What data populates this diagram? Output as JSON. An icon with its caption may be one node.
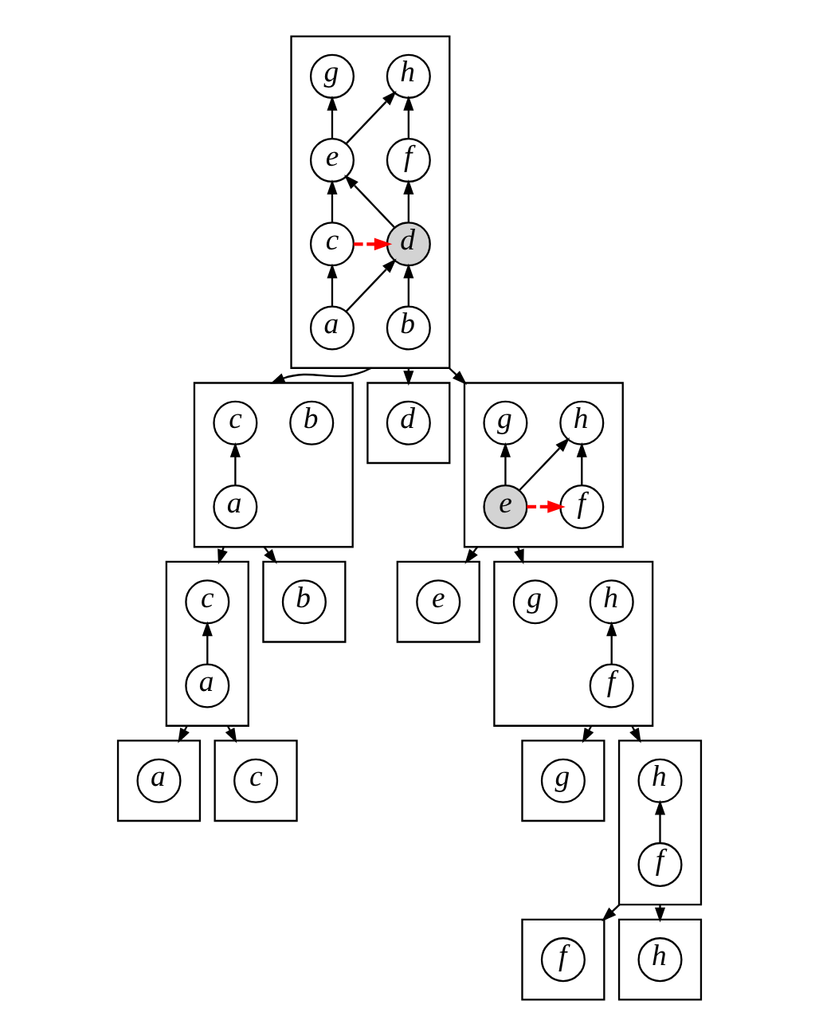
{
  "diagram": {
    "nodes": [
      {
        "text": [],
        "shape": "box"
      },
      {
        "text": [
          "g"
        ],
        "in": 0
      },
      {
        "text": [
          "h"
        ],
        "in": 0
      },
      {
        "text": [
          "e"
        ],
        "in": 0
      },
      {
        "text": [
          "f"
        ],
        "in": 0
      },
      {
        "text": [
          "c"
        ],
        "in": 0
      },
      {
        "text": [
          "d"
        ],
        "in": 0
      },
      {
        "text": [
          "a"
        ],
        "in": 0
      },
      {
        "text": [
          "b"
        ],
        "in": 0
      },
      {
        "text": [],
        "shape": "box"
      },
      {
        "text": [
          "c"
        ],
        "in": 9
      },
      {
        "text": [
          "a"
        ],
        "in": 9
      },
      {
        "text": [
          "b"
        ],
        "in": 9
      },
      {
        "text": [],
        "shape": "box"
      },
      {
        "text": [
          "d"
        ],
        "in": 13
      },
      {
        "text": [],
        "shape": "box"
      },
      {
        "text": [
          "g"
        ],
        "in": 15
      },
      {
        "text": [
          "h"
        ],
        "in": 15
      },
      {
        "text": [
          "e"
        ],
        "in": 15
      },
      {
        "text": [
          "f"
        ],
        "in": 15
      },
      {
        "text": [],
        "shape": "box"
      },
      {
        "text": [
          "c"
        ],
        "in": 20
      },
      {
        "text": [
          "a"
        ],
        "in": 20
      },
      {
        "text": [],
        "shape": "box"
      },
      {
        "text": [
          "b"
        ],
        "in": 23
      },
      {
        "text": [],
        "shape": "box"
      },
      {
        "text": [
          "e"
        ],
        "in": 25
      },
      {
        "text": [],
        "shape": "box"
      },
      {
        "text": [
          "g"
        ],
        "in": 27
      },
      {
        "text": [
          "h"
        ],
        "in": 27
      },
      {
        "text": [
          "f"
        ],
        "in": 27
      },
      {
        "text": [],
        "shape": "box"
      },
      {
        "text": [
          "a"
        ],
        "in": 31
      },
      {
        "text": [],
        "shape": "box"
      },
      {
        "text": [
          "c"
        ],
        "in": 33
      },
      {
        "text": [],
        "shape": "box"
      },
      {
        "text": [
          "g"
        ],
        "in": 35
      },
      {
        "text": [],
        "shape": "box"
      },
      {
        "text": [
          "h"
        ],
        "in": 37
      },
      {
        "text": [
          "f"
        ],
        "in": 37
      },
      {
        "text": [],
        "shape": "box"
      },
      {
        "text": [
          "f"
        ],
        "in": 40
      },
      {
        "text": [],
        "shape": "box"
      },
      {
        "text": [
          "h"
        ],
        "in": 42
      }
    ],
    "edges": [
      {
        "from": 3,
        "to": 1,
        "arrow": "to"
      },
      {
        "from": 3,
        "to": 2,
        "arrow": "to"
      },
      {
        "from": 4,
        "to": 2,
        "arrow": "to"
      },
      {
        "from": 5,
        "to": 3,
        "arrow": "to"
      },
      {
        "from": 6,
        "to": 3,
        "arrow": "to"
      },
      {
        "from": 6,
        "to": 4,
        "arrow": "to"
      },
      {
        "from": 5,
        "to": 6,
        "arrow": "to",
        "style": "dashed",
        "color": "#ff0000"
      },
      {
        "from": 7,
        "to": 5,
        "arrow": "to"
      },
      {
        "from": 7,
        "to": 6,
        "arrow": "to"
      },
      {
        "from": 8,
        "to": 6,
        "arrow": "to"
      },
      {
        "from": 11,
        "to": 10,
        "arrow": "to"
      },
      {
        "from": 18,
        "to": 16,
        "arrow": "to"
      },
      {
        "from": 18,
        "to": 17,
        "arrow": "to"
      },
      {
        "from": 19,
        "to": 17,
        "arrow": "to"
      },
      {
        "from": 18,
        "to": 19,
        "arrow": "to",
        "style": "dashed",
        "color": "#ff0000"
      },
      {
        "from": 22,
        "to": 21,
        "arrow": "to"
      },
      {
        "from": 30,
        "to": 29,
        "arrow": "to"
      },
      {
        "from": 39,
        "to": 38,
        "arrow": "to"
      },
      {
        "from": 0,
        "to": 9,
        "arrow": "to"
      },
      {
        "from": 0,
        "to": 13,
        "arrow": "to"
      },
      {
        "from": 0,
        "to": 15,
        "arrow": "to"
      },
      {
        "from": 9,
        "to": 20,
        "arrow": "to"
      },
      {
        "from": 9,
        "to": 23,
        "arrow": "to"
      },
      {
        "from": 15,
        "to": 25,
        "arrow": "to"
      },
      {
        "from": 15,
        "to": 27,
        "arrow": "to"
      },
      {
        "from": 20,
        "to": 31,
        "arrow": "to"
      },
      {
        "from": 20,
        "to": 33,
        "arrow": "to"
      },
      {
        "from": 27,
        "to": 35,
        "arrow": "to"
      },
      {
        "from": 27,
        "to": 37,
        "arrow": "to"
      },
      {
        "from": 37,
        "to": 40,
        "arrow": "to"
      },
      {
        "from": 37,
        "to": 42,
        "arrow": "to"
      }
    ]
  }
}
